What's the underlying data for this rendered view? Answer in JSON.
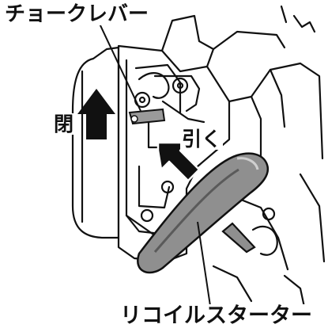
{
  "labels": {
    "choke_lever": "チョークレバー",
    "close": "閉",
    "pull": "引く",
    "recoil_starter": "リコイルスターター"
  },
  "colors": {
    "ink": "#111111",
    "recoil_grip": "#8f8f8f",
    "choke_lever": "#9a9a9a",
    "background": "#ffffff"
  },
  "icons": [
    "up-arrow-icon",
    "pull-arrow-icon"
  ]
}
